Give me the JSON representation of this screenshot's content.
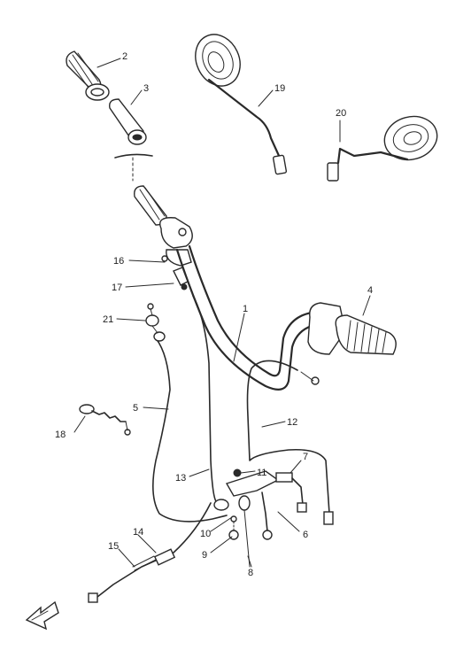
{
  "diagram": {
    "callouts": [
      "2",
      "3",
      "19",
      "20",
      "16",
      "17",
      "4",
      "21",
      "1",
      "5",
      "12",
      "18",
      "13",
      "11",
      "7",
      "14",
      "15",
      "10",
      "9",
      "8",
      "6"
    ]
  }
}
